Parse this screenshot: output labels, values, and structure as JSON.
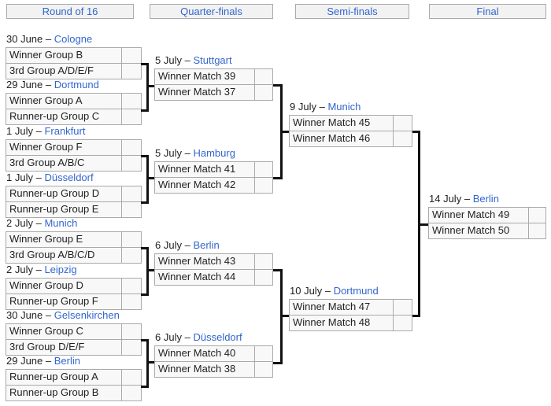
{
  "separator": "–",
  "colors": {
    "link_blue": "#3366cc",
    "border_gray": "#aaaaaa",
    "header_bg": "#f2f2f2",
    "cell_bg": "#f8f8f8",
    "connector_black": "#111111"
  },
  "headers": [
    "Round of 16",
    "Quarter-finals",
    "Semi-finals",
    "Final"
  ],
  "round_of_16": {
    "matches": [
      {
        "date": "30 June",
        "venue": "Cologne",
        "teams": [
          "Winner Group B",
          "3rd Group A/D/E/F"
        ],
        "scores": [
          "",
          ""
        ]
      },
      {
        "date": "29 June",
        "venue": "Dortmund",
        "teams": [
          "Winner Group A",
          "Runner-up Group C"
        ],
        "scores": [
          "",
          ""
        ]
      },
      {
        "date": "1 July",
        "venue": "Frankfurt",
        "teams": [
          "Winner Group F",
          "3rd Group A/B/C"
        ],
        "scores": [
          "",
          ""
        ]
      },
      {
        "date": "1 July",
        "venue": "Düsseldorf",
        "teams": [
          "Runner-up Group D",
          "Runner-up Group E"
        ],
        "scores": [
          "",
          ""
        ]
      },
      {
        "date": "2 July",
        "venue": "Munich",
        "teams": [
          "Winner Group E",
          "3rd Group A/B/C/D"
        ],
        "scores": [
          "",
          ""
        ]
      },
      {
        "date": "2 July",
        "venue": "Leipzig",
        "teams": [
          "Winner Group D",
          "Runner-up Group F"
        ],
        "scores": [
          "",
          ""
        ]
      },
      {
        "date": "30 June",
        "venue": "Gelsenkirchen",
        "teams": [
          "Winner Group C",
          "3rd Group D/E/F"
        ],
        "scores": [
          "",
          ""
        ]
      },
      {
        "date": "29 June",
        "venue": "Berlin",
        "teams": [
          "Runner-up Group A",
          "Runner-up Group B"
        ],
        "scores": [
          "",
          ""
        ]
      }
    ]
  },
  "quarter_finals": {
    "matches": [
      {
        "date": "5 July",
        "venue": "Stuttgart",
        "teams": [
          "Winner Match 39",
          "Winner Match 37"
        ],
        "scores": [
          "",
          ""
        ]
      },
      {
        "date": "5 July",
        "venue": "Hamburg",
        "teams": [
          "Winner Match 41",
          "Winner Match 42"
        ],
        "scores": [
          "",
          ""
        ]
      },
      {
        "date": "6 July",
        "venue": "Berlin",
        "teams": [
          "Winner Match 43",
          "Winner Match 44"
        ],
        "scores": [
          "",
          ""
        ]
      },
      {
        "date": "6 July",
        "venue": "Düsseldorf",
        "teams": [
          "Winner Match 40",
          "Winner Match 38"
        ],
        "scores": [
          "",
          ""
        ]
      }
    ]
  },
  "semi_finals": {
    "matches": [
      {
        "date": "9 July",
        "venue": "Munich",
        "teams": [
          "Winner Match 45",
          "Winner Match 46"
        ],
        "scores": [
          "",
          ""
        ]
      },
      {
        "date": "10 July",
        "venue": "Dortmund",
        "teams": [
          "Winner Match 47",
          "Winner Match 48"
        ],
        "scores": [
          "",
          ""
        ]
      }
    ]
  },
  "final": {
    "matches": [
      {
        "date": "14 July",
        "venue": "Berlin",
        "teams": [
          "Winner Match 49",
          "Winner Match 50"
        ],
        "scores": [
          "",
          ""
        ]
      }
    ]
  }
}
